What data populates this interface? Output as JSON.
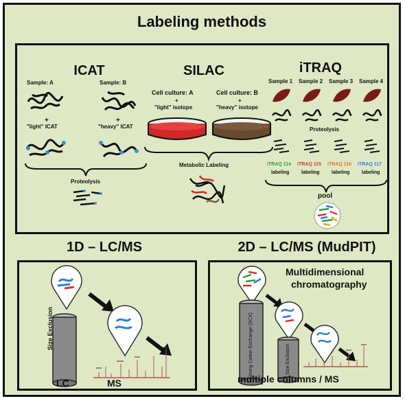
{
  "title": "Labeling methods",
  "icat": {
    "title": "ICAT",
    "sample_a": "Sample: A",
    "sample_b": "Sample: B",
    "plus": "+",
    "light": "\"light\" ICAT",
    "heavy": "\"heavy\" ICAT",
    "proteolysis": "Proteolysis"
  },
  "silac": {
    "title": "SILAC",
    "culture_a": "Cell culture: A",
    "culture_b": "Cell culture: B",
    "plus": "+",
    "light": "\"light\" isotope",
    "heavy": "\"heavy\" isotope",
    "metabolic": "Metabolic Labeling"
  },
  "itraq": {
    "title": "iTRAQ",
    "samples": [
      "Sample 1",
      "Sample 2",
      "Sample 3",
      "Sample 4"
    ],
    "proteolysis": "Proteolysis",
    "tags": [
      "iTRAQ 114",
      "iTRAQ 115",
      "iTRAQ 116",
      "iTRAQ 117"
    ],
    "tag_colors": [
      "#2e9e3a",
      "#e03030",
      "#e07a1a",
      "#2a7fd8"
    ],
    "labeling": "labeling",
    "pool": "pool"
  },
  "lc1d": {
    "title": "1D – LC/MS",
    "column": "Size Exclusion",
    "lc": "LC",
    "ms": "MS"
  },
  "lc2d": {
    "title": "2D – LC/MS (MudPIT)",
    "heading_line1": "Multidimensional",
    "heading_line2": "chromatography",
    "column1": "Strong Cation Exchange (SCX)",
    "column2": "Size Exclusion",
    "footer": "multiple columns / MS"
  }
}
